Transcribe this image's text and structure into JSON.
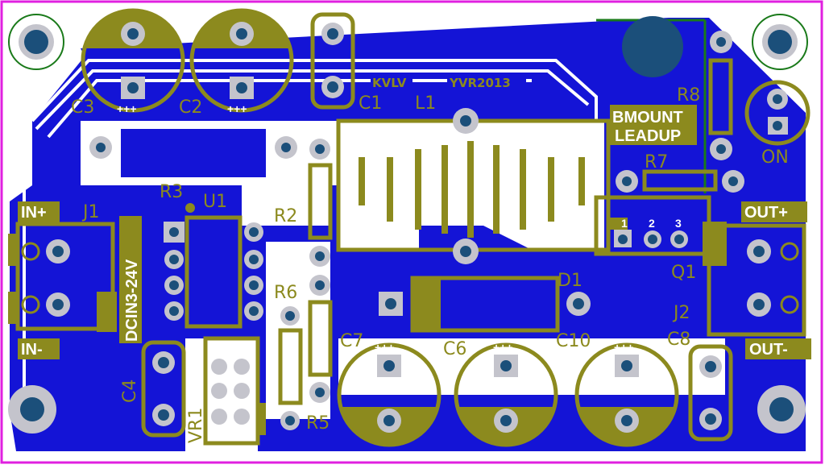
{
  "board": {
    "colors": {
      "copper": "#1414d6",
      "silkscreen": "#8c8a1e",
      "pad": "#c4c4cc",
      "drill": "#1b4f7a",
      "outline": "#e020e0",
      "keepout": "#1a7a1a"
    },
    "designators": {
      "c3": "C3",
      "c2": "C2",
      "c1": "C1",
      "l1": "L1",
      "r8": "R8",
      "r7": "R7",
      "r3": "R3",
      "u1": "U1",
      "j1": "J1",
      "r2": "R2",
      "r6": "R6",
      "d1": "D1",
      "c7": "C7",
      "c6": "C6",
      "c10": "C10",
      "c8": "C8",
      "q1": "Q1",
      "j2": "J2",
      "c4": "C4",
      "vr1": "VR1",
      "r5": "R5"
    },
    "labels": {
      "in_plus": "IN+",
      "in_minus": "IN-",
      "out_plus": "OUT+",
      "out_minus": "OUT-",
      "dcin": "DCIN3-24V",
      "bmount": "BMOUNT",
      "leadup": "LEADUP",
      "on": "ON",
      "kvlv": "KVLV",
      "yvr": "YVR2013",
      "polarity": "+++"
    },
    "q1_pins": [
      "1",
      "2",
      "3"
    ]
  }
}
